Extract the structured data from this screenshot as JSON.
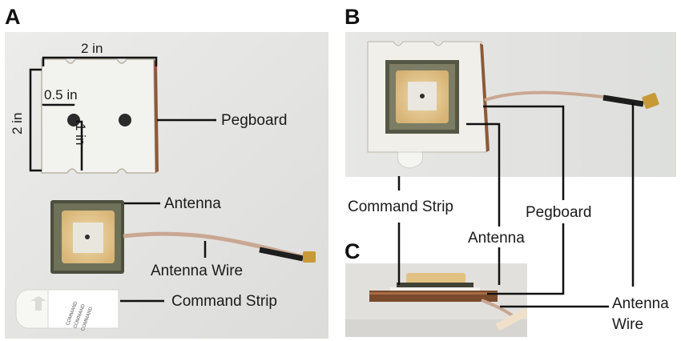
{
  "panels": {
    "a": "A",
    "b": "B",
    "c": "C"
  },
  "panel_a": {
    "dim_width": "2 in",
    "dim_height": "2 in",
    "dim_hole_offset": "0.5 in",
    "dim_hole_depth": "1 in",
    "label_pegboard": "Pegboard",
    "label_antenna": "Antenna",
    "label_antenna_wire": "Antenna Wire",
    "label_command_strip": "Command Strip",
    "strip_print": "COMMAND"
  },
  "panel_b": {
    "label_command_strip": "Command Strip",
    "label_pegboard": "Pegboard",
    "label_antenna": "Antenna",
    "label_antenna_wire_line1": "Antenna",
    "label_antenna_wire_line2": "Wire"
  },
  "colors": {
    "background_photo": "#e9e9e7",
    "pegboard": "#efefea",
    "antenna_patch": "#e4c88a",
    "antenna_board": "#4b4f3e",
    "wire": "#c9a792",
    "connector": "#c79a37",
    "cork": "#7a4a2c"
  }
}
